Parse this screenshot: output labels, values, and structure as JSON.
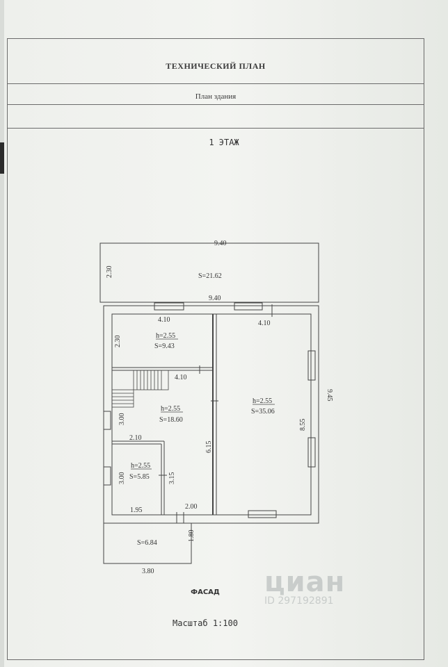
{
  "header": {
    "title": "ТЕХНИЧЕСКИЙ ПЛАН",
    "subtitle": "План здания"
  },
  "floor_label": "1 ЭТАЖ",
  "plan": {
    "dims": {
      "porch_top_width": "9.40",
      "porch_depth": "2.30",
      "inner_width": "9.40",
      "room1_width": "4.10",
      "hall_top_right": "4.10",
      "room1_depth": "2.30",
      "stair_width": "4.10",
      "right_total": "9.45",
      "right_inner": "8.55",
      "hall_height": "6.15",
      "left_3_00_a": "3.00",
      "left_3_00_b": "3.00",
      "small_width": "2.10",
      "small_height": "3.15",
      "bottom_left": "1.95",
      "bottom_mid": "2.00",
      "entry_depth": "1.80",
      "entry_width": "3.80"
    },
    "rooms": {
      "porch_area": "S=21.62",
      "room1_h": "h=2.55",
      "room1_s": "S=9.43",
      "hall_h": "h=2.55",
      "hall_s": "S=18.60",
      "big_h": "h=2.55",
      "big_s": "S=35.06",
      "small_h": "h=2.55",
      "small_s": "S=5.85",
      "entry_s": "S=6.84"
    }
  },
  "facade_label": "ФАСАД",
  "scale_label": "Масштаб 1:100",
  "watermark": {
    "brand": "циан",
    "id": "ID 297192891"
  }
}
